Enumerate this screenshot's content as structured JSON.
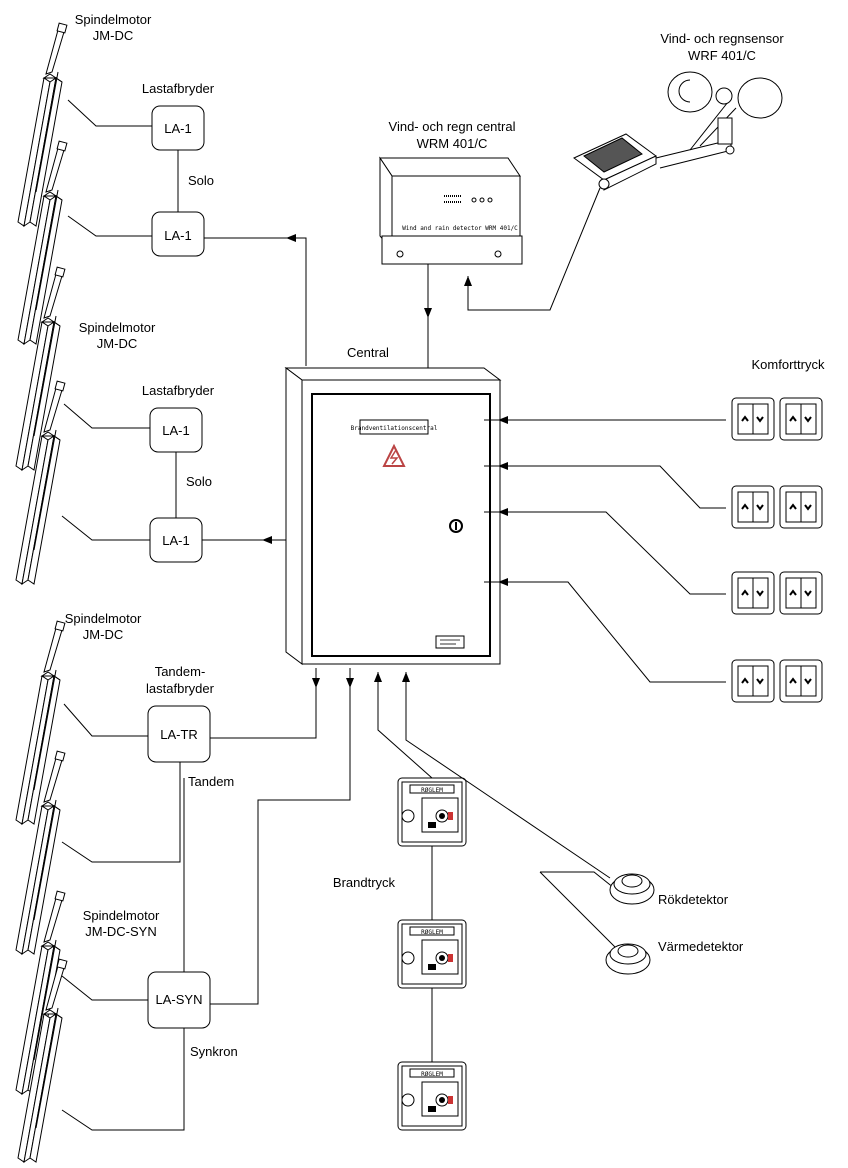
{
  "motors": [
    {
      "label_line1": "Spindelmotor",
      "label_line2": "JM-DC"
    },
    {
      "label_line1": "Spindelmotor",
      "label_line2": "JM-DC"
    },
    {
      "label_line1": "Spindelmotor",
      "label_line2": "JM-DC"
    },
    {
      "label_line1": "Spindelmotor",
      "label_line2": "JM-DC-SYN"
    }
  ],
  "switch_groups": [
    {
      "title_line1": "Lastafbryder",
      "title_line2": "",
      "box_top": "LA-1",
      "box_bottom": "LA-1",
      "mode": "Solo"
    },
    {
      "title_line1": "Lastafbryder",
      "title_line2": "",
      "box_top": "LA-1",
      "box_bottom": "LA-1",
      "mode": "Solo"
    },
    {
      "title_line1": "Tandem-",
      "title_line2": "lastafbryder",
      "box_top": "LA-TR",
      "mode": "Tandem"
    },
    {
      "title_line1": "",
      "title_line2": "",
      "box_top": "LA-SYN",
      "mode": "Synkron"
    }
  ],
  "wind_central": {
    "title_line1": "Vind- och regn central",
    "title_line2": "WRM 401/C",
    "panel_text": "Wind and rain detector WRM 401/C"
  },
  "wind_sensor": {
    "title_line1": "Vind- och regnsensor",
    "title_line2": "WRF 401/C"
  },
  "central": {
    "title": "Central",
    "panel_label": "Brandventilationscentral"
  },
  "comfort": {
    "title": "Komforttryck"
  },
  "fire_buttons": {
    "title": "Brandtryck",
    "brand": "RØGLEM"
  },
  "detectors": [
    {
      "label": "Rökdetektor"
    },
    {
      "label": "Värmedetektor"
    }
  ]
}
